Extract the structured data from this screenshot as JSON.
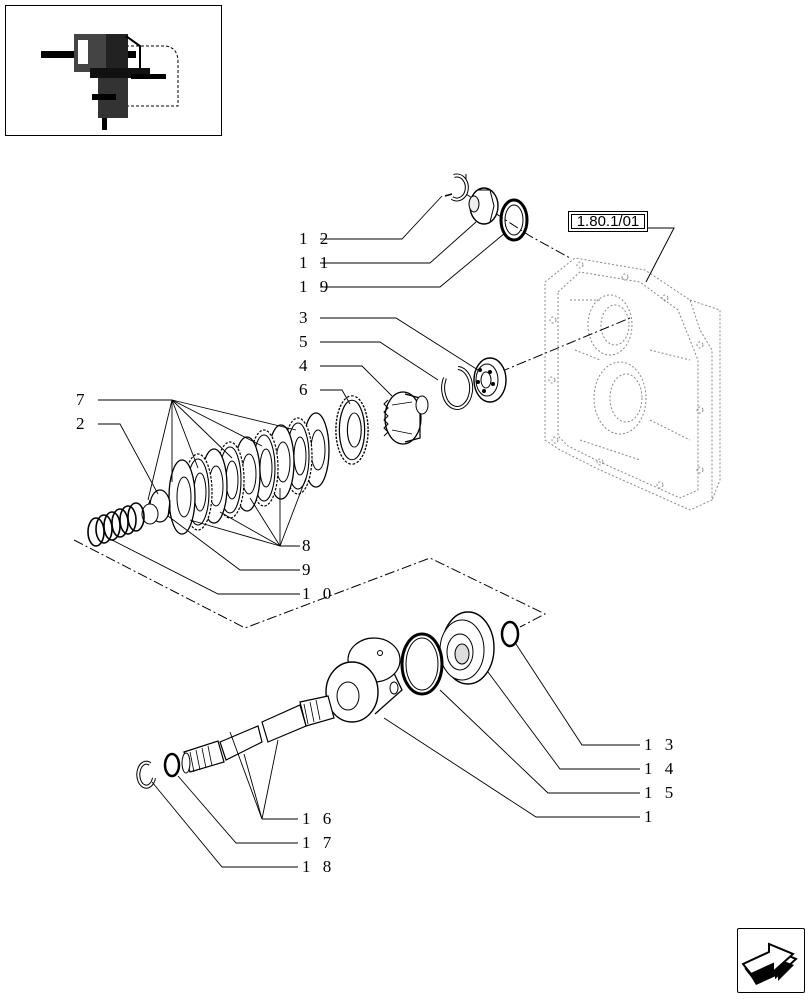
{
  "reference": {
    "label": "1.80.1/01"
  },
  "callouts": {
    "c12": "1 2",
    "c11": "1 1",
    "c19": "1 9",
    "c3": "3",
    "c5": "5",
    "c4": "4",
    "c6": "6",
    "c7": "7",
    "c2": "2",
    "c8": "8",
    "c9": "9",
    "c10": "1 0",
    "c13": "1 3",
    "c14": "1 4",
    "c15": "1 5",
    "c1": "1",
    "c16": "1 6",
    "c17": "1 7",
    "c18": "1 8"
  },
  "icons": {
    "thumbnail": "assembly-thumbnail-icon",
    "navigation": "next-page-arrow-icon"
  }
}
